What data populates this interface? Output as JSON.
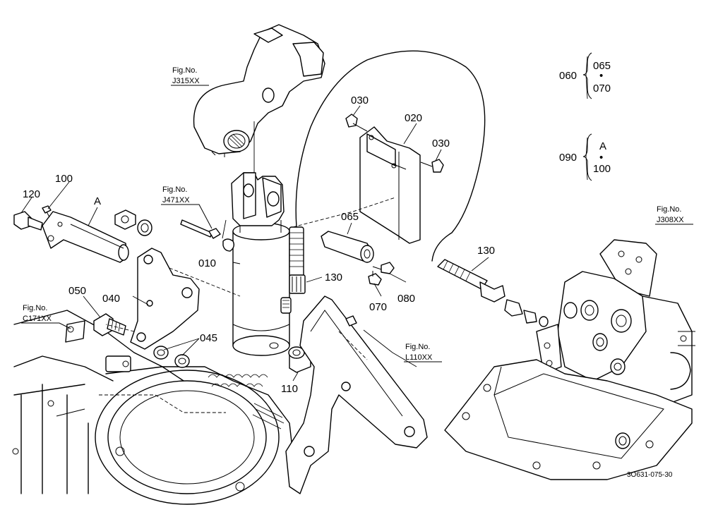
{
  "labels": {
    "p010": "010",
    "p020": "020",
    "p030a": "030",
    "p030b": "030",
    "p040": "040",
    "p045": "045",
    "p050": "050",
    "p065": "065",
    "p070": "070",
    "p080": "080",
    "p100": "100",
    "p110": "110",
    "p120": "120",
    "p130a": "130",
    "p130b": "130",
    "marker_a": "A"
  },
  "fig_refs": {
    "j315_title": "Fig.No.",
    "j315_code": "J315XX",
    "j471_title": "Fig.No.",
    "j471_code": "J471XX",
    "c171_title": "Fig.No.",
    "c171_code": "C171XX",
    "l110_title": "Fig.No.",
    "l110_code": "L110XX",
    "j308_title": "Fig.No.",
    "j308_code": "J308XX"
  },
  "legend": {
    "g1_parent": "060",
    "g1_top": "065",
    "g1_dot": "•",
    "g1_bottom": "070",
    "g2_parent": "090",
    "g2_top": "A",
    "g2_dot": "•",
    "g2_bottom": "100"
  },
  "drawing_code": "3O631-075-30"
}
